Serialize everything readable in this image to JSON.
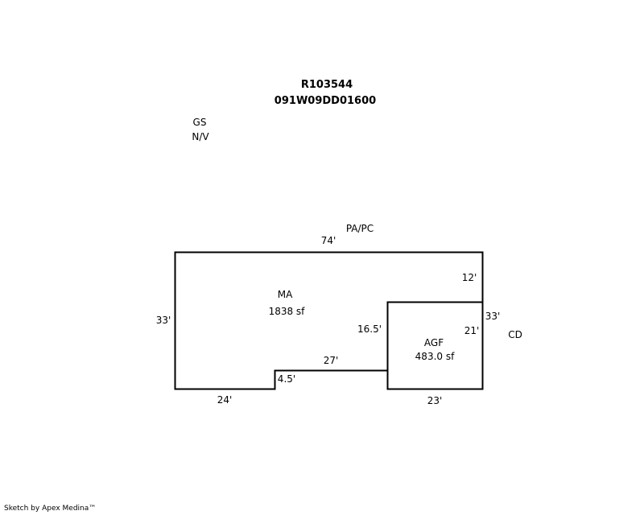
{
  "header": {
    "parcel_id": "R103544",
    "map_number": "091W09DD01600"
  },
  "notes": {
    "gs": "GS",
    "nv": "N/V",
    "pa_pc": "PA/PC",
    "cd": "CD"
  },
  "areas": {
    "ma": {
      "name": "MA",
      "area": "1838 sf"
    },
    "agf": {
      "name": "AGF",
      "area": "483.0 sf"
    }
  },
  "dimensions": {
    "top": "74'",
    "left": "33'",
    "bottom_left": "24'",
    "step": "4.5'",
    "notch_top": "27'",
    "right_upper": "12'",
    "right_full": "33'",
    "agf_left": "16.5'",
    "agf_right": "21'",
    "agf_bottom": "23'"
  },
  "footer": {
    "credit": "Sketch by Apex Medina™"
  }
}
